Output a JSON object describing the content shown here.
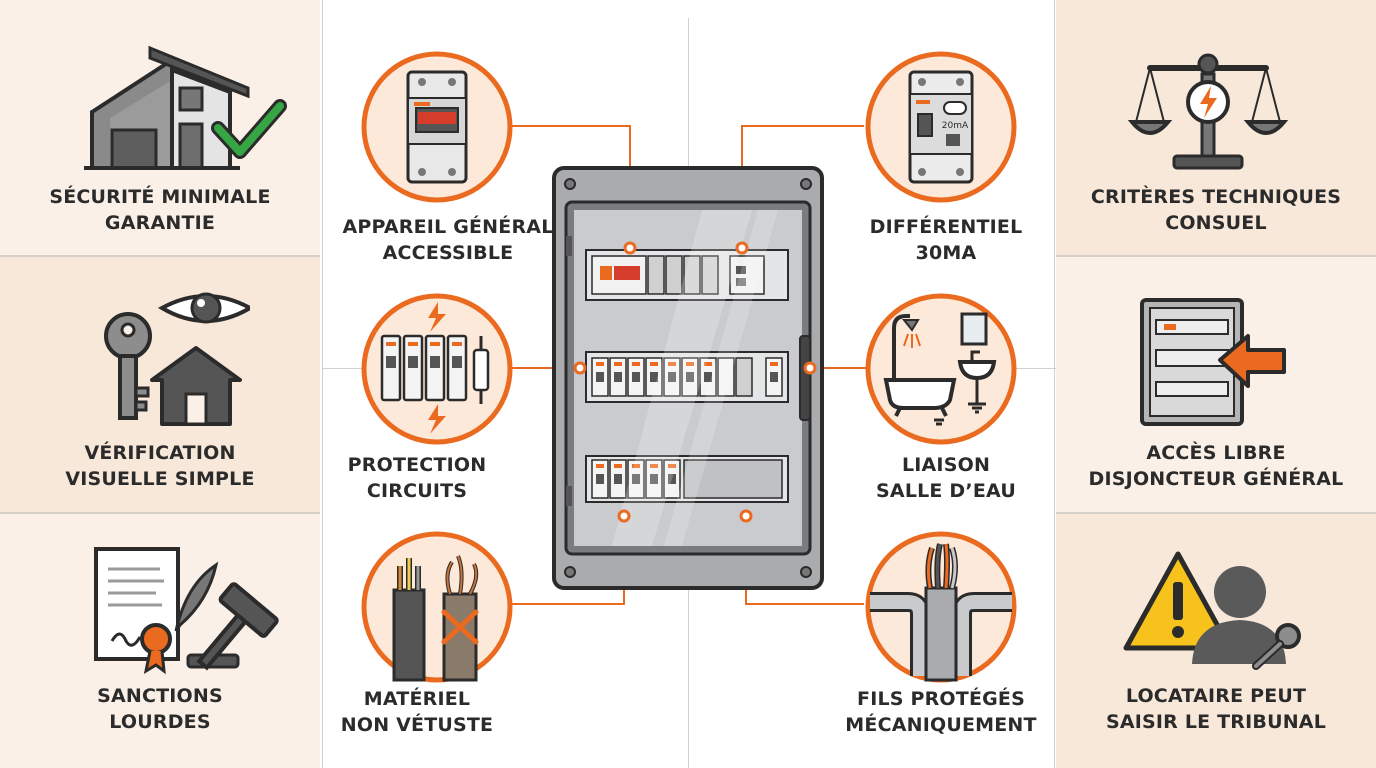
{
  "left_panels": [
    {
      "line1": "Sécurité minimale",
      "line2": "garantie",
      "icon": "house-check-icon"
    },
    {
      "line1": "Vérification",
      "line2": "visuelle simple",
      "icon": "key-eye-house-icon"
    },
    {
      "line1": "Sanctions",
      "line2": "lourdes",
      "icon": "document-gavel-icon"
    }
  ],
  "right_panels": [
    {
      "line1": "Critères techniques",
      "line2": "Consuel",
      "icon": "balance-scale-icon"
    },
    {
      "line1": "Accès libre",
      "line2": "disjoncteur général",
      "icon": "panel-arrow-icon"
    },
    {
      "line1": "Locataire peut",
      "line2": "saisir le tribunal",
      "icon": "warning-tenant-icon"
    }
  ],
  "center_left": [
    {
      "line1": "Appareil général",
      "line2": "accessible",
      "icon": "main-breaker-icon"
    },
    {
      "line1": "Protection",
      "line2": "circuits",
      "icon": "circuit-breakers-icon"
    },
    {
      "line1": "Matériel",
      "line2": "non vétuste",
      "icon": "damaged-cables-icon"
    }
  ],
  "center_right": [
    {
      "line1": "Différentiel",
      "line2": "30mA",
      "icon": "differential-breaker-icon",
      "device_text": "20mA"
    },
    {
      "line1": "Liaison",
      "line2": "salle d’eau",
      "icon": "bathroom-icon"
    },
    {
      "line1": "Fils protégés",
      "line2": "mécaniquement",
      "icon": "protected-wires-icon"
    }
  ],
  "colors": {
    "accent": "#ea6a1f",
    "side_bg": "#fbf0e7",
    "check": "#2e9d3a",
    "warning": "#f7c21b",
    "text": "#2b2b2b"
  }
}
